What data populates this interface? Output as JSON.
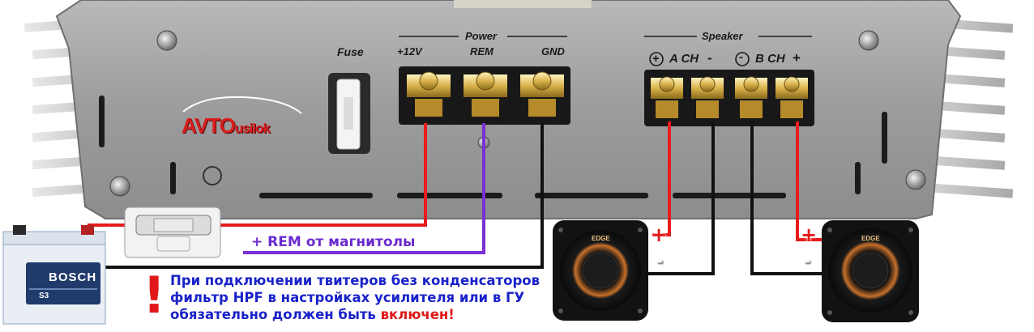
{
  "amplifier": {
    "fuse_label": "Fuse",
    "power_group_label": "Power",
    "power_terminals": [
      "+12V",
      "REM",
      "GND"
    ],
    "speaker_group_label": "Speaker",
    "channel_a_label": "A CH",
    "channel_b_label": "B CH",
    "brand_primary": "AVTO",
    "brand_secondary": "usilok"
  },
  "battery": {
    "brand": "BOSCH",
    "code": "S3"
  },
  "tweeter": {
    "brand": "EDGE"
  },
  "polarity": {
    "plus": "+",
    "minus": "-"
  },
  "rem_wire_label": "+ REM от магнитолы",
  "note": {
    "lines": [
      "При подключении твитеров без конденсаторов",
      "фильтр HPF в настройках усилителя или в ГУ"
    ],
    "line3_start": "обязательно должен быть ",
    "line3_emphasis": "включен",
    "line3_end": "!",
    "exclamation": "!"
  },
  "colors": {
    "wire_positive": "#e81c1c",
    "wire_negative": "#111111",
    "wire_rem": "#7a2fd8",
    "note_text": "#1a22c9",
    "emphasis": "#e01818"
  }
}
